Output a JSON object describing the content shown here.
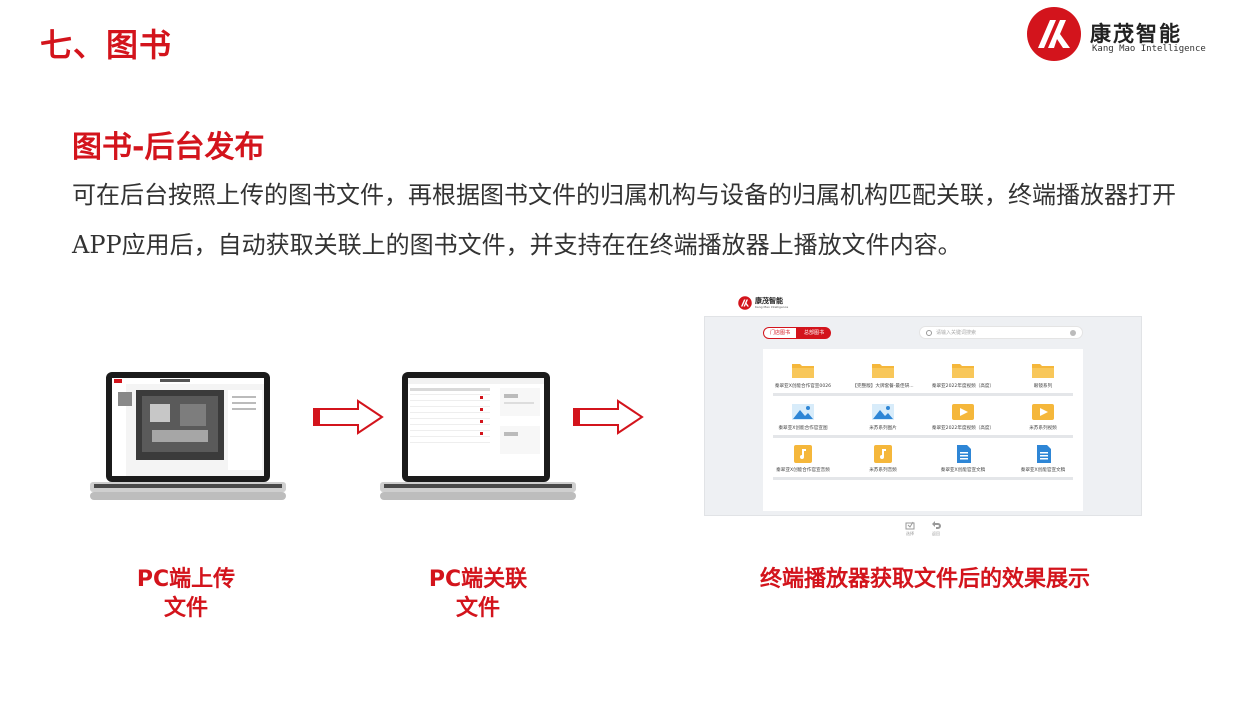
{
  "header": {
    "section_title": "七、图书",
    "brand_cn": "康茂智能",
    "brand_en": "Kang Mao Intelligence",
    "brand_color": "#d3141c"
  },
  "content": {
    "sub_title": "图书-后台发布",
    "description": "可在后台按照上传的图书文件，再根据图书文件的归属机构与设备的归属机构匹配关联，终端播放器打开APP应用后，自动获取关联上的图书文件，并支持在在终端播放器上播放文件内容。"
  },
  "steps": [
    {
      "caption_line1": "PC端上传",
      "caption_line2": "文件"
    },
    {
      "caption_line1": "PC端关联",
      "caption_line2": "文件"
    },
    {
      "caption": "终端播放器获取文件后的效果展示"
    }
  ],
  "terminal": {
    "brand_cn": "康茂智能",
    "brand_en": "Kang Mao Intelligence",
    "tabs": [
      {
        "label": "门店图书",
        "active": false
      },
      {
        "label": "总部图书",
        "active": true
      }
    ],
    "search_placeholder": "请输入关键词搜索",
    "items": [
      {
        "label": "秦翠亚X创能合作官宣0026",
        "icon": "folder-icon"
      },
      {
        "label": "【完整版】大牌套餐-最佳研...",
        "icon": "folder-icon"
      },
      {
        "label": "秦翠亚2022年度视频（高度）",
        "icon": "folder-icon"
      },
      {
        "label": "眼镜系列",
        "icon": "folder-icon"
      },
      {
        "label": "秦翠亚X创能合作官宣图",
        "icon": "image-icon"
      },
      {
        "label": "米苏系列图片",
        "icon": "image-icon"
      },
      {
        "label": "秦翠亚2022年度视频（高度）",
        "icon": "video-icon"
      },
      {
        "label": "米苏系列视频",
        "icon": "video-icon"
      },
      {
        "label": "秦翠亚X创能合作官宣音频",
        "icon": "music-icon"
      },
      {
        "label": "米苏系列音频",
        "icon": "music-icon"
      },
      {
        "label": "秦翠亚X创能官宣文稿",
        "icon": "document-icon"
      },
      {
        "label": "秦翠亚X创能官宣文稿",
        "icon": "document-icon"
      }
    ],
    "controls": [
      {
        "label": "选择",
        "icon": "select-icon"
      },
      {
        "label": "返回",
        "icon": "back-icon"
      }
    ]
  }
}
